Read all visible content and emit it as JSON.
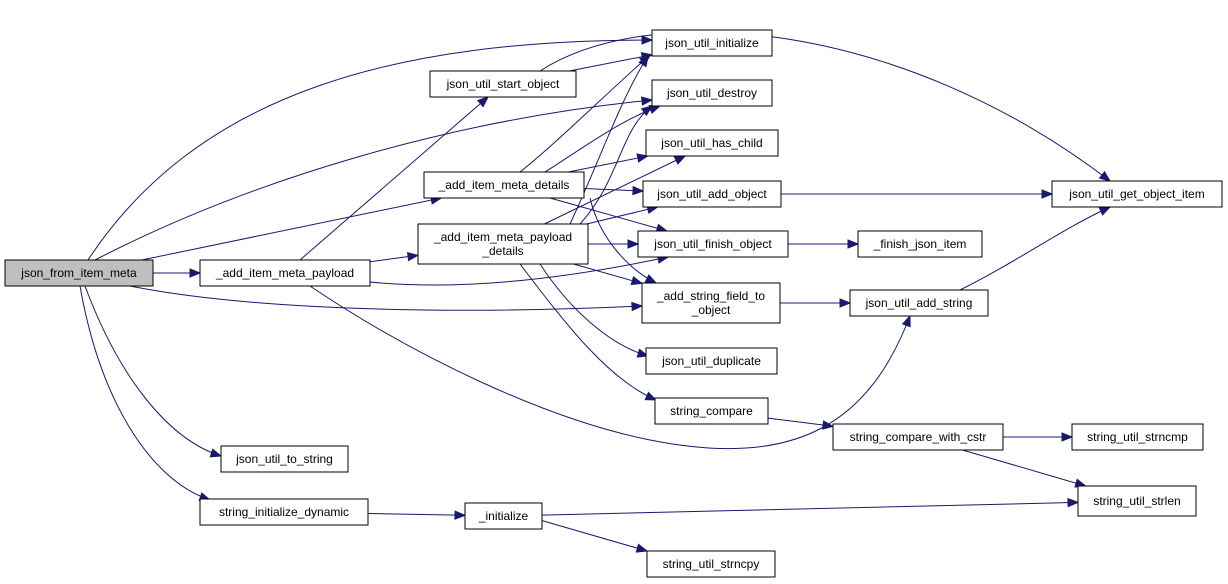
{
  "graph": {
    "nodes": [
      {
        "id": "root",
        "lines": [
          "json_from_item_meta"
        ],
        "root": true
      },
      {
        "id": "payload",
        "lines": [
          "_add_item_meta_payload"
        ]
      },
      {
        "id": "start_object",
        "lines": [
          "json_util_start_object"
        ]
      },
      {
        "id": "meta_details",
        "lines": [
          "_add_item_meta_details"
        ]
      },
      {
        "id": "payload_details",
        "lines": [
          "_add_item_meta_payload",
          "_details"
        ]
      },
      {
        "id": "initialize",
        "lines": [
          "json_util_initialize"
        ]
      },
      {
        "id": "destroy",
        "lines": [
          "json_util_destroy"
        ]
      },
      {
        "id": "has_child",
        "lines": [
          "json_util_has_child"
        ]
      },
      {
        "id": "add_object",
        "lines": [
          "json_util_add_object"
        ]
      },
      {
        "id": "finish_object",
        "lines": [
          "json_util_finish_object"
        ]
      },
      {
        "id": "add_string_field",
        "lines": [
          "_add_string_field_to",
          "_object"
        ]
      },
      {
        "id": "duplicate",
        "lines": [
          "json_util_duplicate"
        ]
      },
      {
        "id": "string_compare",
        "lines": [
          "string_compare"
        ]
      },
      {
        "id": "to_string",
        "lines": [
          "json_util_to_string"
        ]
      },
      {
        "id": "string_init_dyn",
        "lines": [
          "string_initialize_dynamic"
        ]
      },
      {
        "id": "_initialize",
        "lines": [
          "_initialize"
        ]
      },
      {
        "id": "strncpy",
        "lines": [
          "string_util_strncpy"
        ]
      },
      {
        "id": "get_object_item",
        "lines": [
          "json_util_get_object_item"
        ]
      },
      {
        "id": "finish_json_item",
        "lines": [
          "_finish_json_item"
        ]
      },
      {
        "id": "add_string",
        "lines": [
          "json_util_add_string"
        ]
      },
      {
        "id": "compare_cstr",
        "lines": [
          "string_compare_with_cstr"
        ]
      },
      {
        "id": "strncmp",
        "lines": [
          "string_util_strncmp"
        ]
      },
      {
        "id": "strlen",
        "lines": [
          "string_util_strlen"
        ]
      }
    ],
    "edges": [
      {
        "from": "root",
        "to": "payload"
      },
      {
        "from": "root",
        "to": "initialize"
      },
      {
        "from": "root",
        "to": "destroy"
      },
      {
        "from": "root",
        "to": "meta_details"
      },
      {
        "from": "root",
        "to": "add_string_field"
      },
      {
        "from": "root",
        "to": "to_string"
      },
      {
        "from": "root",
        "to": "string_init_dyn"
      },
      {
        "from": "payload",
        "to": "start_object"
      },
      {
        "from": "payload",
        "to": "payload_details"
      },
      {
        "from": "payload",
        "to": "finish_object"
      },
      {
        "from": "payload",
        "to": "add_string"
      },
      {
        "from": "start_object",
        "to": "initialize"
      },
      {
        "from": "start_object",
        "to": "get_object_item"
      },
      {
        "from": "meta_details",
        "to": "initialize"
      },
      {
        "from": "meta_details",
        "to": "destroy"
      },
      {
        "from": "meta_details",
        "to": "has_child"
      },
      {
        "from": "meta_details",
        "to": "add_object"
      },
      {
        "from": "meta_details",
        "to": "finish_object"
      },
      {
        "from": "meta_details",
        "to": "add_string_field"
      },
      {
        "from": "payload_details",
        "to": "initialize"
      },
      {
        "from": "payload_details",
        "to": "destroy"
      },
      {
        "from": "payload_details",
        "to": "has_child"
      },
      {
        "from": "payload_details",
        "to": "add_object"
      },
      {
        "from": "payload_details",
        "to": "finish_object"
      },
      {
        "from": "payload_details",
        "to": "add_string_field"
      },
      {
        "from": "payload_details",
        "to": "duplicate"
      },
      {
        "from": "payload_details",
        "to": "string_compare"
      },
      {
        "from": "add_object",
        "to": "get_object_item"
      },
      {
        "from": "finish_object",
        "to": "finish_json_item"
      },
      {
        "from": "add_string_field",
        "to": "add_string"
      },
      {
        "from": "add_string",
        "to": "get_object_item"
      },
      {
        "from": "string_compare",
        "to": "compare_cstr"
      },
      {
        "from": "compare_cstr",
        "to": "strncmp"
      },
      {
        "from": "compare_cstr",
        "to": "strlen"
      },
      {
        "from": "string_init_dyn",
        "to": "_initialize"
      },
      {
        "from": "_initialize",
        "to": "strlen"
      },
      {
        "from": "_initialize",
        "to": "strncpy"
      }
    ]
  }
}
